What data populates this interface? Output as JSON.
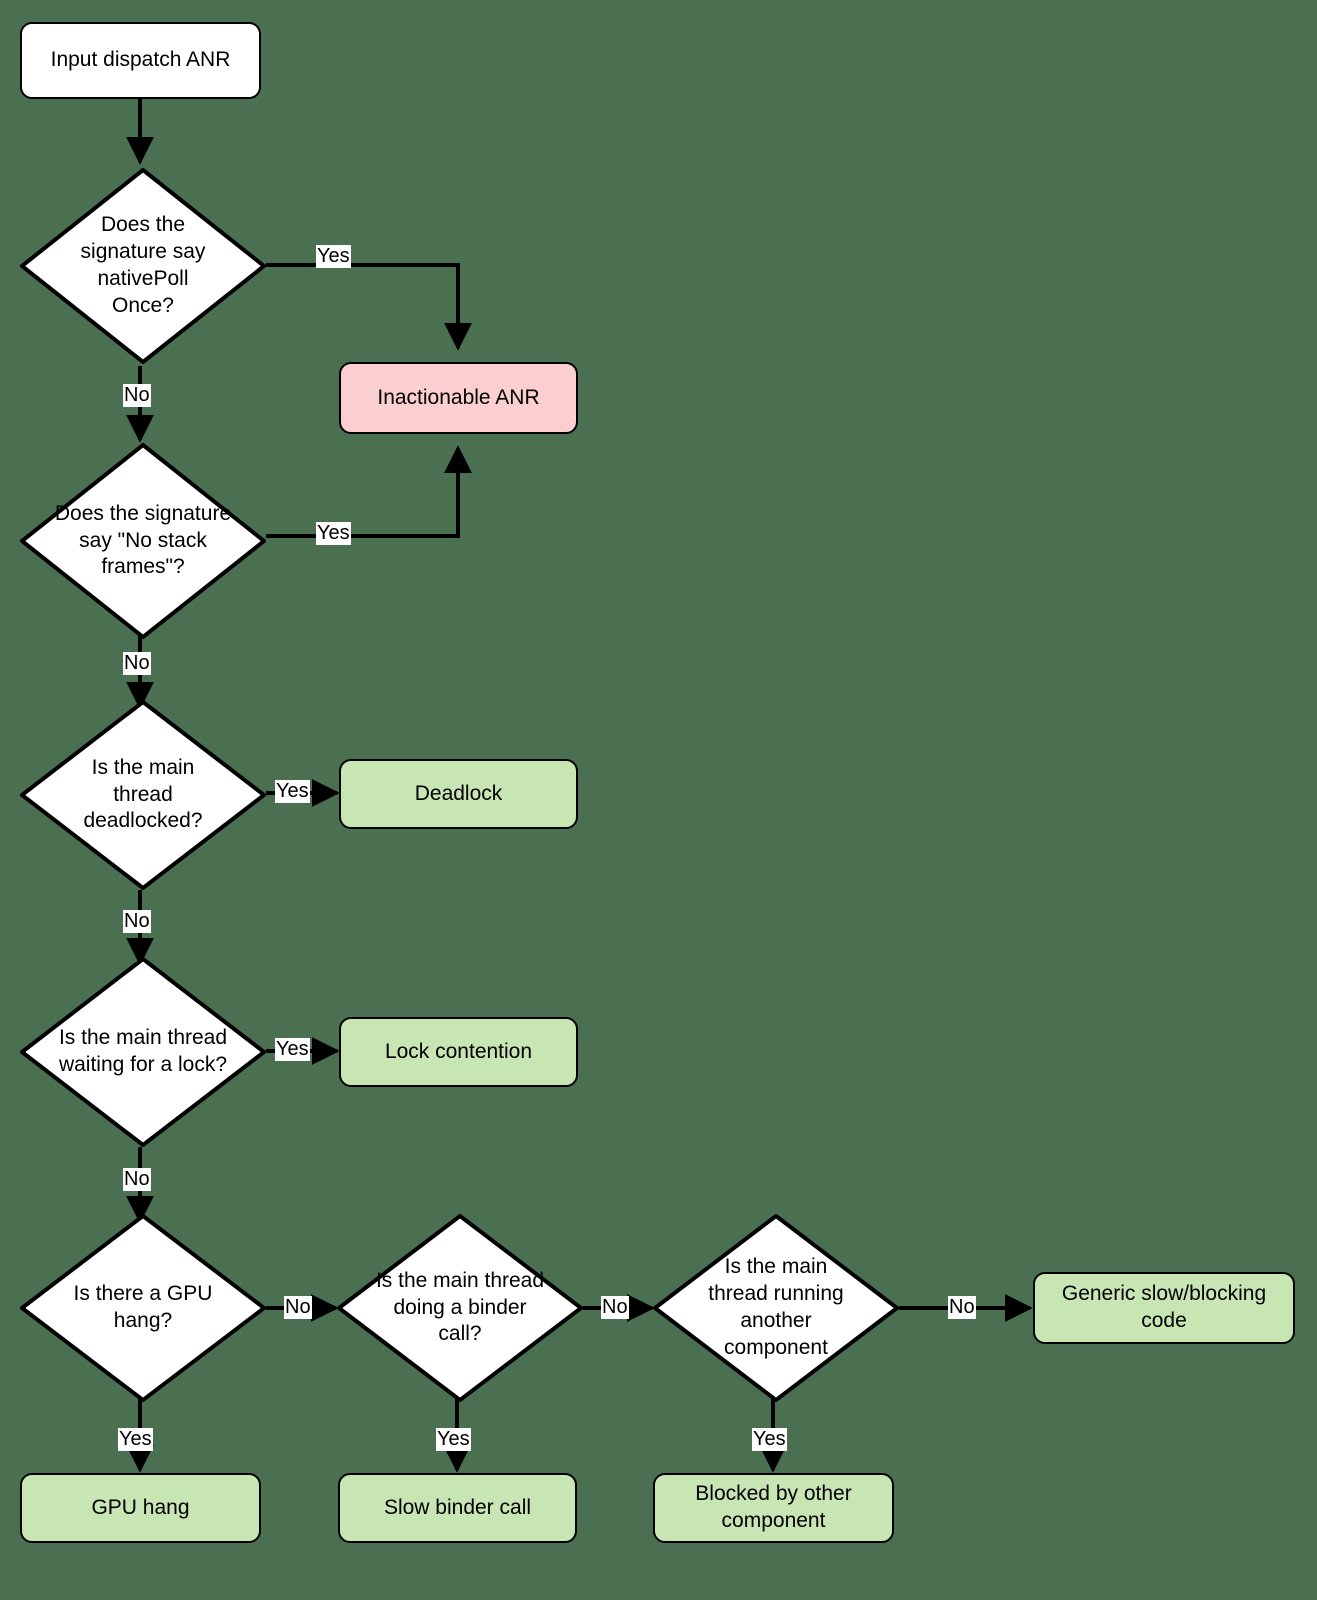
{
  "diagram": {
    "title": "Input dispatch ANR triage flowchart",
    "background_color": "#4a7051",
    "colors": {
      "node_border": "#000000",
      "process_fill": "#ffffff",
      "inactionable_fill": "#fbcfcf",
      "outcome_fill": "#c7e6b4",
      "label_fill": "#ffffff",
      "text": "#000000"
    }
  },
  "nodes": {
    "start": {
      "label": "Input dispatch ANR",
      "shape": "rounded-rect",
      "fill": "#ffffff"
    },
    "q_native_poll": {
      "label": "Does the signature say nativePoll Once?",
      "shape": "diamond",
      "fill": "#ffffff"
    },
    "inactionable": {
      "label": "Inactionable ANR",
      "shape": "rounded-rect",
      "fill": "#fbcfcf"
    },
    "q_no_stack_frames": {
      "label": "Does the signature say \"No stack frames\"?",
      "shape": "diamond",
      "fill": "#ffffff"
    },
    "q_deadlocked": {
      "label": "Is the main thread deadlocked?",
      "shape": "diamond",
      "fill": "#ffffff"
    },
    "deadlock": {
      "label": "Deadlock",
      "shape": "rounded-rect",
      "fill": "#c7e6b4"
    },
    "q_waiting_lock": {
      "label": "Is the main thread waiting for a lock?",
      "shape": "diamond",
      "fill": "#ffffff"
    },
    "lock_contention": {
      "label": "Lock contention",
      "shape": "rounded-rect",
      "fill": "#c7e6b4"
    },
    "q_gpu_hang": {
      "label": "Is there a GPU hang?",
      "shape": "diamond",
      "fill": "#ffffff"
    },
    "gpu_hang": {
      "label": "GPU hang",
      "shape": "rounded-rect",
      "fill": "#c7e6b4"
    },
    "q_binder_call": {
      "label": "Is the main thread doing a binder call?",
      "shape": "diamond",
      "fill": "#ffffff"
    },
    "slow_binder_call": {
      "label": "Slow binder call",
      "shape": "rounded-rect",
      "fill": "#c7e6b4"
    },
    "q_other_component": {
      "label": "Is the main thread running another component",
      "shape": "diamond",
      "fill": "#ffffff"
    },
    "blocked_by_other": {
      "label": "Blocked by other component",
      "shape": "rounded-rect",
      "fill": "#c7e6b4"
    },
    "generic_slow": {
      "label": "Generic slow/blocking code",
      "shape": "rounded-rect",
      "fill": "#c7e6b4"
    }
  },
  "edge_labels": {
    "native_poll_yes": "Yes",
    "native_poll_no": "No",
    "no_stack_frames_yes": "Yes",
    "no_stack_frames_no": "No",
    "deadlocked_yes": "Yes",
    "deadlocked_no": "No",
    "waiting_lock_yes": "Yes",
    "waiting_lock_no": "No",
    "gpu_hang_no": "No",
    "gpu_hang_yes": "Yes",
    "binder_call_no": "No",
    "binder_call_yes": "Yes",
    "other_component_no": "No",
    "other_component_yes": "Yes"
  }
}
